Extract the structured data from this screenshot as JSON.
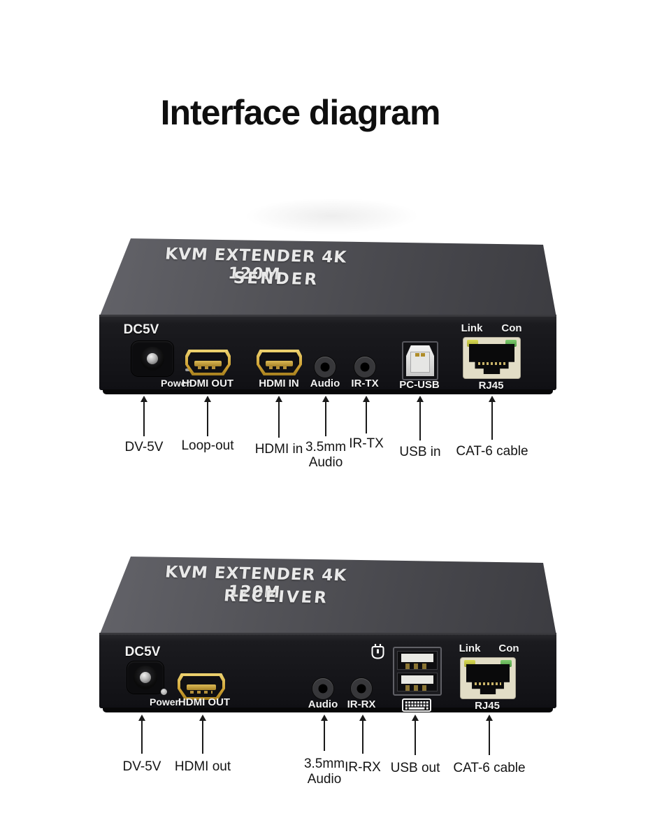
{
  "title": "Interface diagram",
  "colors": {
    "background": "#ffffff",
    "title_text": "#0f0f0f",
    "device_top": "#4e4e53",
    "device_front": "#17171a",
    "panel_text": "#f2f2f2",
    "hdmi_gold": "#d2a63c",
    "usb_white": "#e9e9e4",
    "rj45_frame": "#e2ddc6",
    "led_link_yellow": "#d0d14b",
    "led_con_green": "#74c266",
    "callout_text": "#141414"
  },
  "icons": {
    "plug_icon": "plug-outline",
    "keyboard_icon": "keyboard-grid"
  },
  "sender": {
    "top_line1": "KVM EXTENDER 4K 120M",
    "top_line2": "SENDER",
    "panel": {
      "dc": "DC5V",
      "power": "Power",
      "hdmi_out": "HDMI OUT",
      "hdmi_in": "HDMI IN",
      "audio": "Audio",
      "ir": "IR-TX",
      "usb": "PC-USB",
      "link": "Link",
      "con": "Con",
      "rj45": "RJ45"
    },
    "callouts": {
      "dc": "DV-5V",
      "loop": "Loop-out",
      "hdmi": "HDMI in",
      "audio_line1": "3.5mm",
      "audio_line2": "Audio",
      "ir": "IR-TX",
      "usb": "USB in",
      "cat": "CAT-6 cable"
    }
  },
  "receiver": {
    "top_line1": "KVM EXTENDER 4K 120M",
    "top_line2": "RECEIVER",
    "panel": {
      "dc": "DC5V",
      "power": "Power",
      "hdmi_out": "HDMI OUT",
      "audio": "Audio",
      "ir": "IR-RX",
      "link": "Link",
      "con": "Con",
      "rj45": "RJ45"
    },
    "callouts": {
      "dc": "DV-5V",
      "hdmi": "HDMI out",
      "audio_line1": "3.5mm",
      "audio_line2": "Audio",
      "ir": "IR-RX",
      "usb": "USB out",
      "cat": "CAT-6 cable"
    }
  }
}
